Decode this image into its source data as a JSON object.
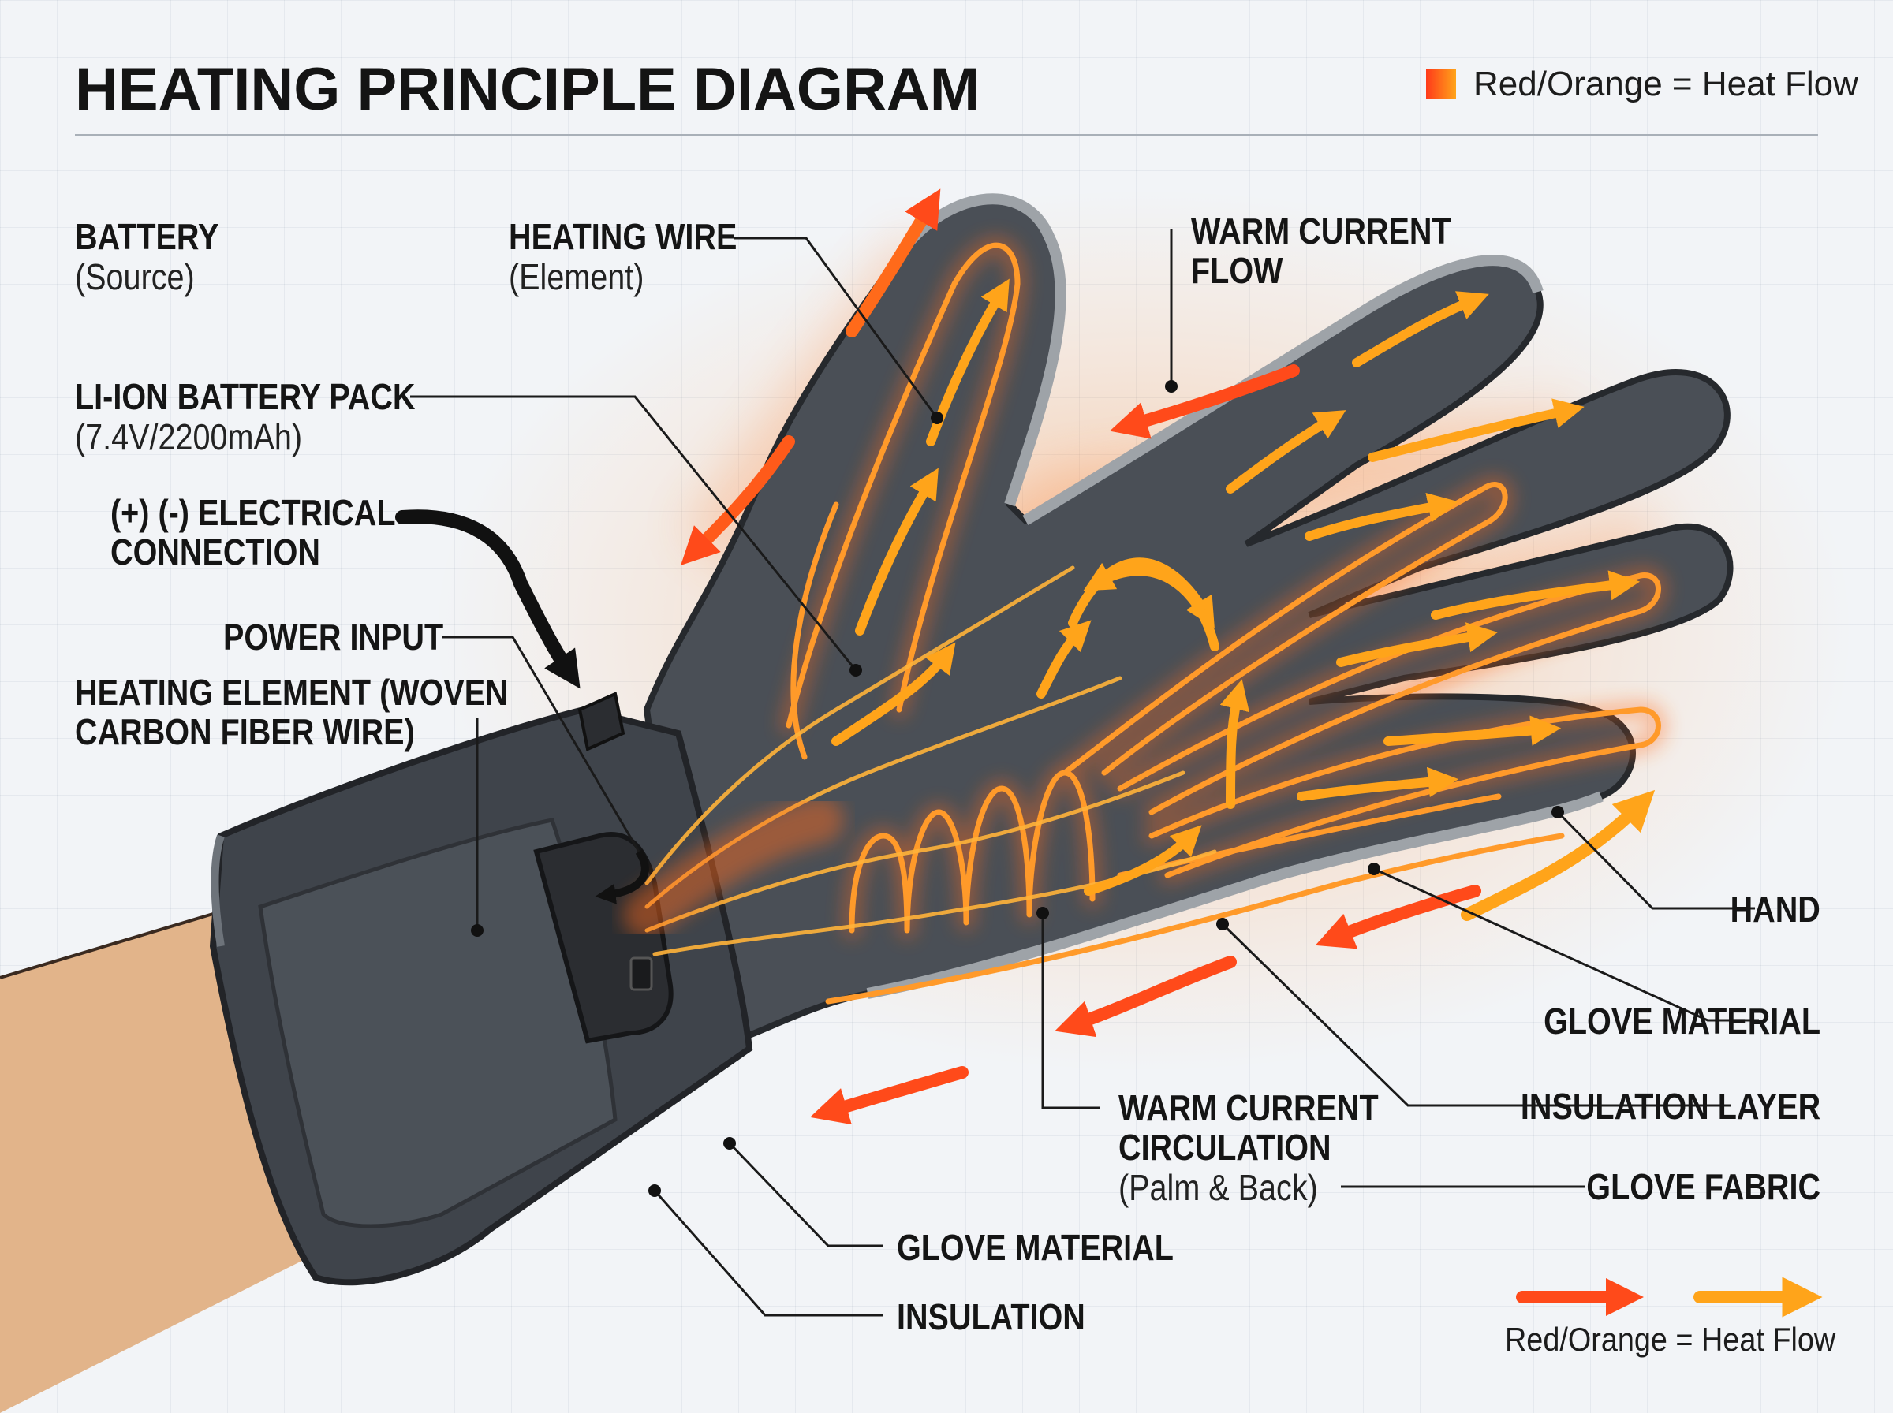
{
  "title": "HEATING PRINCIPLE DIAGRAM",
  "legend": {
    "top_text": "Red/Orange = Heat Flow",
    "bottom_text": "Red/Orange = Heat Flow",
    "gradient_start": "#ff3a1a",
    "gradient_end": "#ffa41a"
  },
  "labels": {
    "battery": {
      "title": "BATTERY",
      "sub": "(Source)"
    },
    "heating_wire": {
      "title": "HEATING WIRE",
      "sub": "(Element)"
    },
    "warm_current_flow": {
      "line1": "WARM CURRENT",
      "line2": "FLOW"
    },
    "battery_pack": {
      "title": "LI-ION BATTERY PACK",
      "sub": "(7.4V/2200mAh)"
    },
    "electrical_connection": {
      "line1": "(+) (-) ELECTRICAL",
      "line2": "CONNECTION"
    },
    "power_input": "POWER INPUT",
    "heating_element": {
      "line1": "HEATING ELEMENT (WOVEN",
      "line2": "CARBON FIBER WIRE)"
    },
    "hand": "HAND",
    "glove_material_right": "GLOVE MATERIAL",
    "insulation_layer": "INSULATION LAYER",
    "glove_fabric": "GLOVE FABRIC",
    "warm_current_circulation": {
      "line1": "WARM CURRENT",
      "line2": "CIRCULATION",
      "sub": "(Palm & Back)"
    },
    "glove_material_bottom": "GLOVE MATERIAL",
    "insulation": "INSULATION"
  },
  "colors": {
    "glove": "#4a4f56",
    "glove_edge": "#2a2d31",
    "skin": "#e2b48a",
    "heat_red": "#ff3a1a",
    "heat_orange": "#ffa41a",
    "text": "#151515"
  }
}
